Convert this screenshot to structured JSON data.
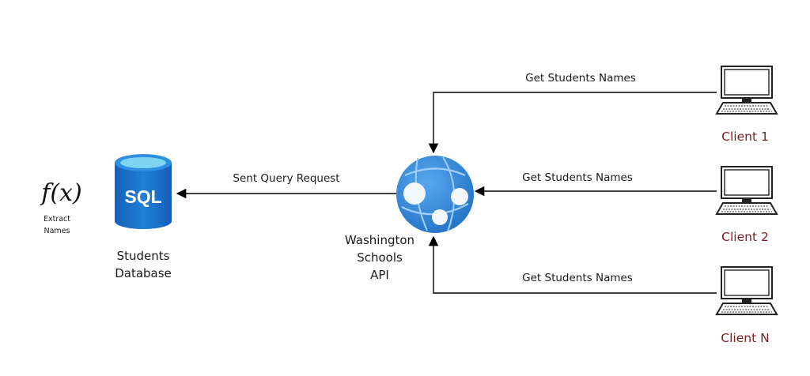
{
  "function_box": {
    "symbol": "f(x)",
    "caption_line1": "Extract",
    "caption_line2": "Names"
  },
  "database": {
    "icon_text": "SQL",
    "label_line1": "Students",
    "label_line2": "Database"
  },
  "api": {
    "label_line1": "Washington",
    "label_line2": "Schools",
    "label_line3": "API"
  },
  "edges": {
    "query": "Sent Query Request",
    "client1": "Get Students Names",
    "client2": "Get Students Names",
    "clientN": "Get Students Names"
  },
  "clients": [
    {
      "label": "Client 1",
      "icon": "computer-icon"
    },
    {
      "label": "Client 2",
      "icon": "computer-icon"
    },
    {
      "label": "Client N",
      "icon": "computer-icon"
    }
  ],
  "colors": {
    "sql_blue": "#1a73c9",
    "api_blue": "#2f86d9",
    "client_text": "#7a1f1f"
  }
}
